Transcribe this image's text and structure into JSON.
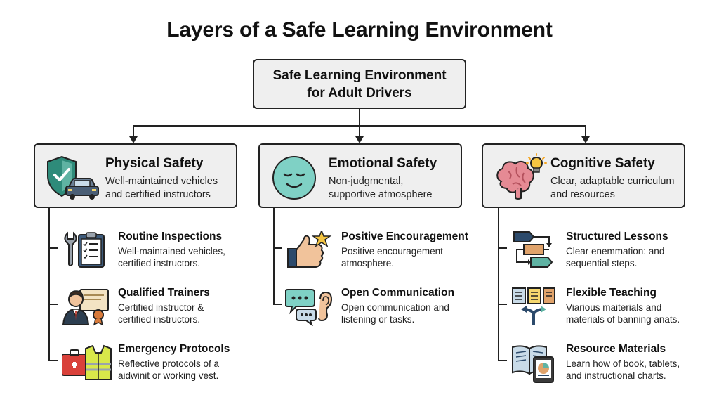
{
  "title": "Layers of a Safe Learning Environment",
  "root": {
    "line1": "Safe Learning Environment",
    "line2": "for Adult Drivers"
  },
  "categories": [
    {
      "title": "Physical Safety",
      "desc1": "Well-maintained vehicles",
      "desc2": "and certified instructors",
      "icon": "shield-car-icon",
      "items": [
        {
          "title": "Routine Inspections",
          "desc1": "Well-maintained vehicles,",
          "desc2": "certified instructors.",
          "icon": "wrench-clipboard-icon"
        },
        {
          "title": "Qualified Trainers",
          "desc1": "Certified instructor &",
          "desc2": "certified instructors.",
          "icon": "instructor-certificate-icon"
        },
        {
          "title": "Emergency Protocols",
          "desc1": "Reflective protocols of a",
          "desc2": "aidwinit or working vest.",
          "icon": "first-aid-vest-icon"
        }
      ]
    },
    {
      "title": "Emotional Safety",
      "desc1": "Non-judgmental,",
      "desc2": "supportive atmosphere",
      "icon": "calm-face-icon",
      "items": [
        {
          "title": "Positive Encouragement",
          "desc1": "Positive encouragement",
          "desc2": "atmosphere.",
          "icon": "thumbs-up-star-icon"
        },
        {
          "title": "Open Communication",
          "desc1": "Open communication and",
          "desc2": "listening or tasks.",
          "icon": "speech-bubbles-ear-icon"
        }
      ]
    },
    {
      "title": "Cognitive Safety",
      "desc1": "Clear, adaptable curriculum",
      "desc2": "and resources",
      "icon": "brain-lightbulb-icon",
      "items": [
        {
          "title": "Structured Lessons",
          "desc1": "Clear enemmation: and",
          "desc2": "sequential steps.",
          "icon": "flow-steps-icon"
        },
        {
          "title": "Flexible Teaching",
          "desc1": "Viarious maiterials and",
          "desc2": "materials of banning anats.",
          "icon": "documents-branching-arrows-icon"
        },
        {
          "title": "Resource Materials",
          "desc1": "Learn how of book, tablets,",
          "desc2": "and instructional charts.",
          "icon": "book-tablet-icon"
        }
      ]
    }
  ],
  "colors": {
    "box_fill": "#efefef",
    "border": "#222222",
    "shield_green": "#2e8b7a",
    "face_teal": "#7fd1c5",
    "brain_pink": "#e58a94",
    "bulb_yellow": "#f5c542",
    "vest_yellow": "#d8e84a",
    "aid_red": "#d9413a",
    "navy": "#2c4a6b"
  }
}
